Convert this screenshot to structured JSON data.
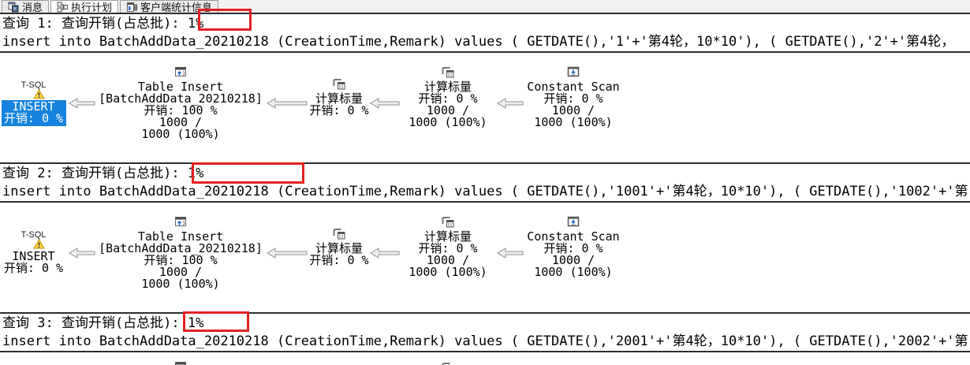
{
  "tabs": [
    {
      "label": "消息",
      "icon": "messages-tab-icon"
    },
    {
      "label": "执行计划",
      "icon": "execution-plan-tab-icon"
    },
    {
      "label": "客户端统计信息",
      "icon": "client-statistics-tab-icon"
    }
  ],
  "annotation": {
    "color": "#e32222",
    "note": "red boxes drawn around each query cost value"
  },
  "queries": [
    {
      "title_prefix": "查询 1: 查询开销(占总批): ",
      "cost": "1%",
      "sql": "insert into BatchAddData_20210218 (CreationTime,Remark) values ( GETDATE(),'1'+'第4轮，10*10'), ( GETDATE(),'2'+'第4轮，",
      "plan": {
        "insert": {
          "header": "T-SQL",
          "name": "INSERT",
          "cost": "开销: 0 %",
          "selected": true
        },
        "table_insert": {
          "name": "Table Insert",
          "object": "[BatchAddData_20210218]",
          "cost": "开销: 100 %",
          "rows": "1000 /",
          "rows_pct": "1000 (100%)"
        },
        "compute1": {
          "name": "计算标量",
          "cost": "开销: 0 %"
        },
        "compute2": {
          "name": "计算标量",
          "cost": "开销: 0 %",
          "rows": "1000 /",
          "rows_pct": "1000 (100%)"
        },
        "constant_scan": {
          "name": "Constant Scan",
          "cost": "开销: 0 %",
          "rows": "1000 /",
          "rows_pct": "1000 (100%)"
        }
      }
    },
    {
      "title_prefix": "查询 2: 查询开销(占总批): ",
      "cost": "1%",
      "sql": "insert into BatchAddData_20210218 (CreationTime,Remark) values ( GETDATE(),'1001'+'第4轮，10*10'), ( GETDATE(),'1002'+'第",
      "plan": {
        "insert": {
          "header": "T-SQL",
          "name": "INSERT",
          "cost": "开销: 0 %",
          "selected": false
        },
        "table_insert": {
          "name": "Table Insert",
          "object": "[BatchAddData_20210218]",
          "cost": "开销: 100 %",
          "rows": "1000 /",
          "rows_pct": "1000 (100%)"
        },
        "compute1": {
          "name": "计算标量",
          "cost": "开销: 0 %"
        },
        "compute2": {
          "name": "计算标量",
          "cost": "开销: 0 %",
          "rows": "1000 /",
          "rows_pct": "1000 (100%)"
        },
        "constant_scan": {
          "name": "Constant Scan",
          "cost": "开销: 0 %",
          "rows": "1000 /",
          "rows_pct": "1000 (100%)"
        }
      }
    },
    {
      "title_prefix": "查询 3: 查询开销(占总批): ",
      "cost": "1%",
      "sql": "insert into BatchAddData_20210218 (CreationTime,Remark) values ( GETDATE(),'2001'+'第4轮，10*10'), ( GETDATE(),'2002'+'第"
    }
  ]
}
